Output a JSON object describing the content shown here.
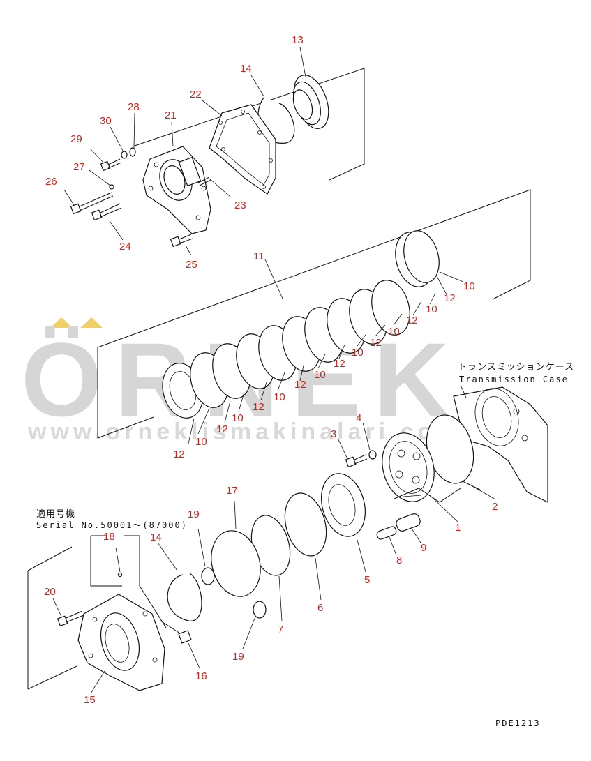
{
  "watermark": {
    "brand": "ÖRNEK",
    "url": "www.orneklismakinalari.com.tr",
    "accent_color": "#f0d060",
    "text_color": "#d6d6d6"
  },
  "labels": {
    "transmission_case_jp": "トランスミッションケース",
    "transmission_case_en": "Transmission Case",
    "applicable_jp": "適用号機",
    "serial_range": "Serial No.50001～(87000)",
    "drawing_code": "PDE1213"
  },
  "callout_color": "#c8261f",
  "callouts": {
    "c13": "13",
    "c14a": "14",
    "c22": "22",
    "c21": "21",
    "c28": "28",
    "c30": "30",
    "c29": "29",
    "c27": "27",
    "c26": "26",
    "c23": "23",
    "c24": "24",
    "c25": "25",
    "c11": "11",
    "c10a": "10",
    "c12a": "12",
    "c10b": "10",
    "c12b": "12",
    "c10c": "10",
    "c12c": "12",
    "c10d": "10",
    "c12d": "12",
    "c10e": "10",
    "c12e": "12",
    "c10f": "10",
    "c12f": "12",
    "c10g": "10",
    "c12g": "12",
    "c10h": "10",
    "c12h": "12",
    "c4": "4",
    "c3": "3",
    "c2": "2",
    "c1": "1",
    "c9": "9",
    "c8": "8",
    "c5": "5",
    "c6": "6",
    "c7": "7",
    "c17": "17",
    "c19a": "19",
    "c19b": "19",
    "c18": "18",
    "c14b": "14",
    "c20": "20",
    "c16": "16",
    "c15": "15"
  }
}
